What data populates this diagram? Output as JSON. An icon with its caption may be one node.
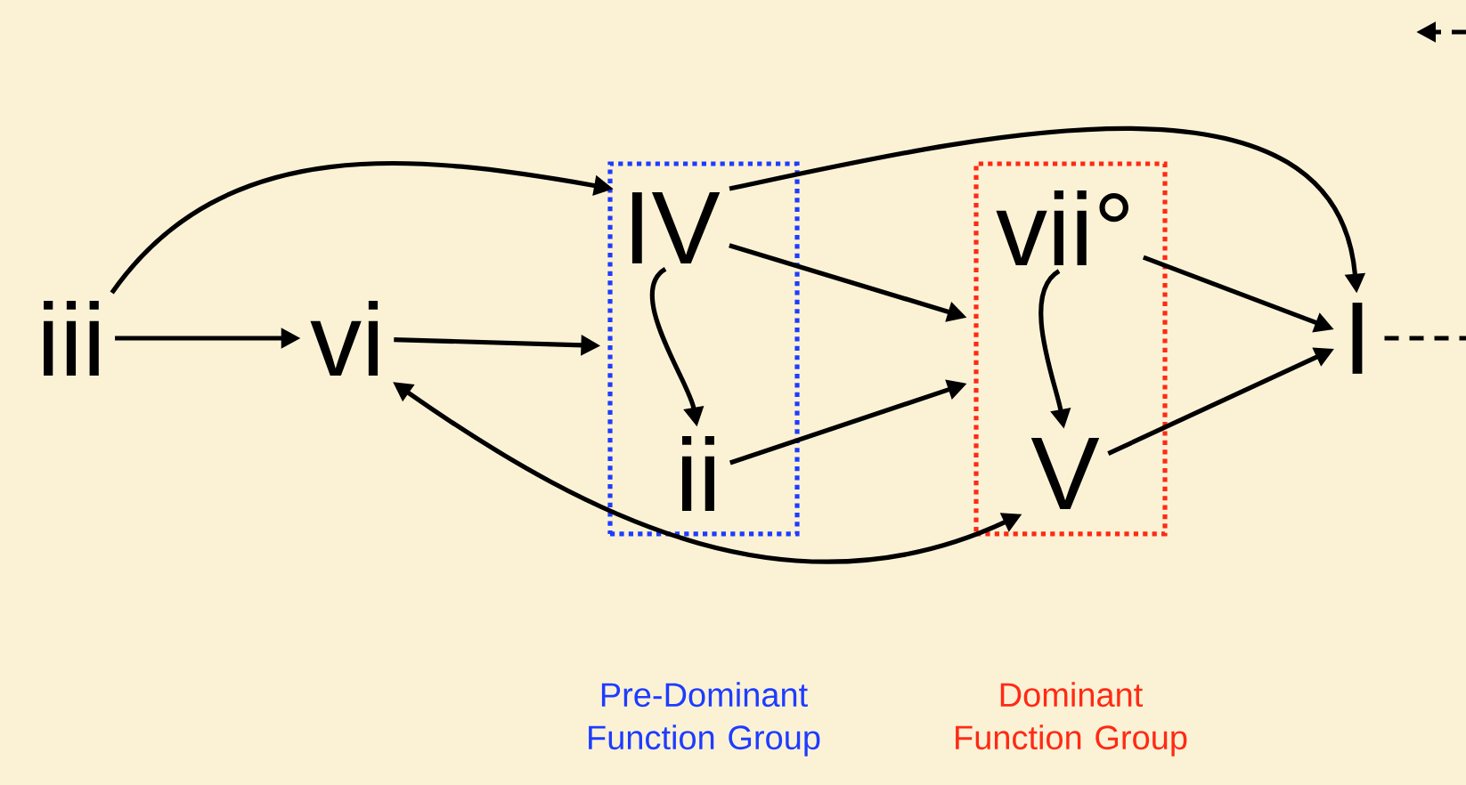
{
  "diagram": {
    "nodes": [
      {
        "text": [
          "iii"
        ]
      },
      {
        "text": [
          "vi"
        ]
      },
      {
        "text": [
          "Pre-Dominant Function Group"
        ]
      },
      {
        "text": [
          "IV"
        ],
        "in": 2
      },
      {
        "text": [
          "ii"
        ],
        "in": 2
      },
      {
        "text": [
          "Dominant Function Group"
        ]
      },
      {
        "text": [
          "vii°"
        ],
        "in": 5
      },
      {
        "text": [
          "V"
        ],
        "in": 5
      },
      {
        "text": [
          "I"
        ]
      }
    ],
    "edges": [
      {
        "from": 0,
        "to": 1,
        "arrow": "to"
      },
      {
        "from": 1,
        "to": 2,
        "arrow": "to"
      },
      {
        "from": 0,
        "to": 3,
        "arrow": "to"
      },
      {
        "from": 3,
        "to": 8,
        "arrow": "to"
      },
      {
        "from": 3,
        "to": 4,
        "arrow": "to"
      },
      {
        "from": 3,
        "to": 5,
        "arrow": "to"
      },
      {
        "from": 4,
        "to": 5,
        "arrow": "to"
      },
      {
        "from": 6,
        "to": 7,
        "arrow": "to"
      },
      {
        "from": 6,
        "to": 8,
        "arrow": "to"
      },
      {
        "from": 7,
        "to": 8,
        "arrow": "to"
      },
      {
        "from": 1,
        "to": 7,
        "arrow": "both"
      },
      {
        "from": 8,
        "to": null,
        "arrow": "none",
        "style": "dashed"
      }
    ]
  }
}
